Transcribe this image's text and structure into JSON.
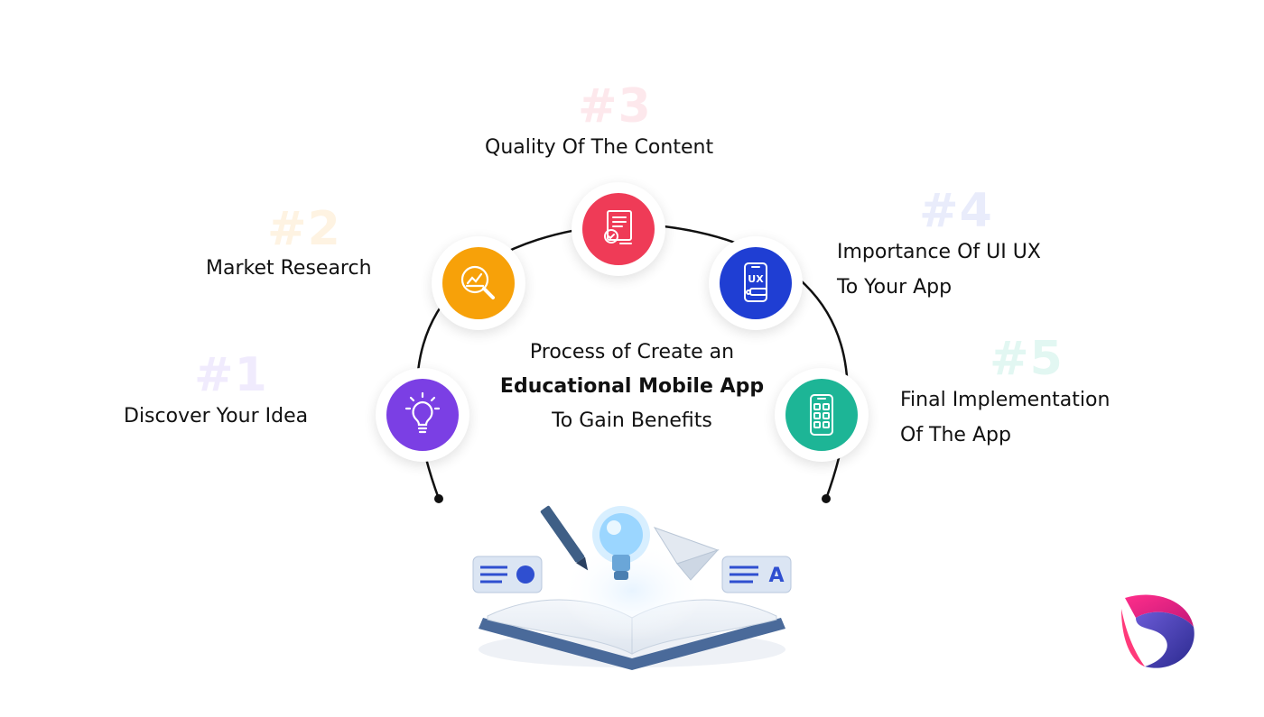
{
  "diagram": {
    "title_line1": "Process of Create an",
    "title_line2": "Educational Mobile App",
    "title_line3": "To Gain Benefits",
    "steps": [
      {
        "number": "#1",
        "line1": "Discover Your Idea",
        "line2": "",
        "icon": "lightbulb-icon",
        "color": "#7b3fe4",
        "number_color": "#f0ebfd"
      },
      {
        "number": "#2",
        "line1": "Market Research",
        "line2": "",
        "icon": "magnifier-chart-icon",
        "color": "#f7a109",
        "number_color": "#fef3e2"
      },
      {
        "number": "#3",
        "line1": "Quality Of The Content",
        "line2": "",
        "icon": "certificate-icon",
        "color": "#ef3b57",
        "number_color": "#fde8ec"
      },
      {
        "number": "#4",
        "line1": "Importance Of UI UX",
        "line2": "To Your App",
        "icon": "ux-phone-icon",
        "color": "#1f3ed3",
        "number_color": "#e9ecfb"
      },
      {
        "number": "#5",
        "line1": "Final Implementation",
        "line2": "Of The App",
        "icon": "app-grid-phone-icon",
        "color": "#1db596",
        "number_color": "#e2f7f2"
      }
    ],
    "ux_text": "UX",
    "card_letter": "A"
  }
}
